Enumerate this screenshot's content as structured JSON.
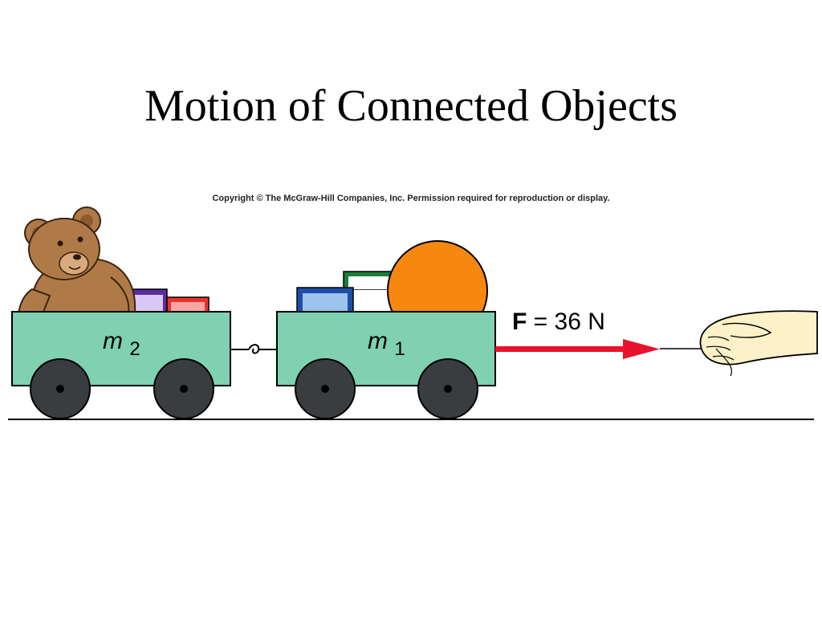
{
  "title": "Motion of Connected Objects",
  "copyright": "Copyright © The McGraw-Hill Companies, Inc. Permission required for reproduction or display.",
  "wagon_rear": {
    "mass_symbol": "m",
    "mass_subscript": "2"
  },
  "wagon_front": {
    "mass_symbol": "m",
    "mass_subscript": "1"
  },
  "force": {
    "symbol": "F",
    "equals_text": " = 36 N"
  },
  "colors": {
    "wagon_body": "#7fd1b1",
    "wheel": "#3a3d40",
    "arrow": "#e8122b",
    "ball": "#f7880f",
    "bear": "#b07a48",
    "hand": "#fdf1c8"
  }
}
